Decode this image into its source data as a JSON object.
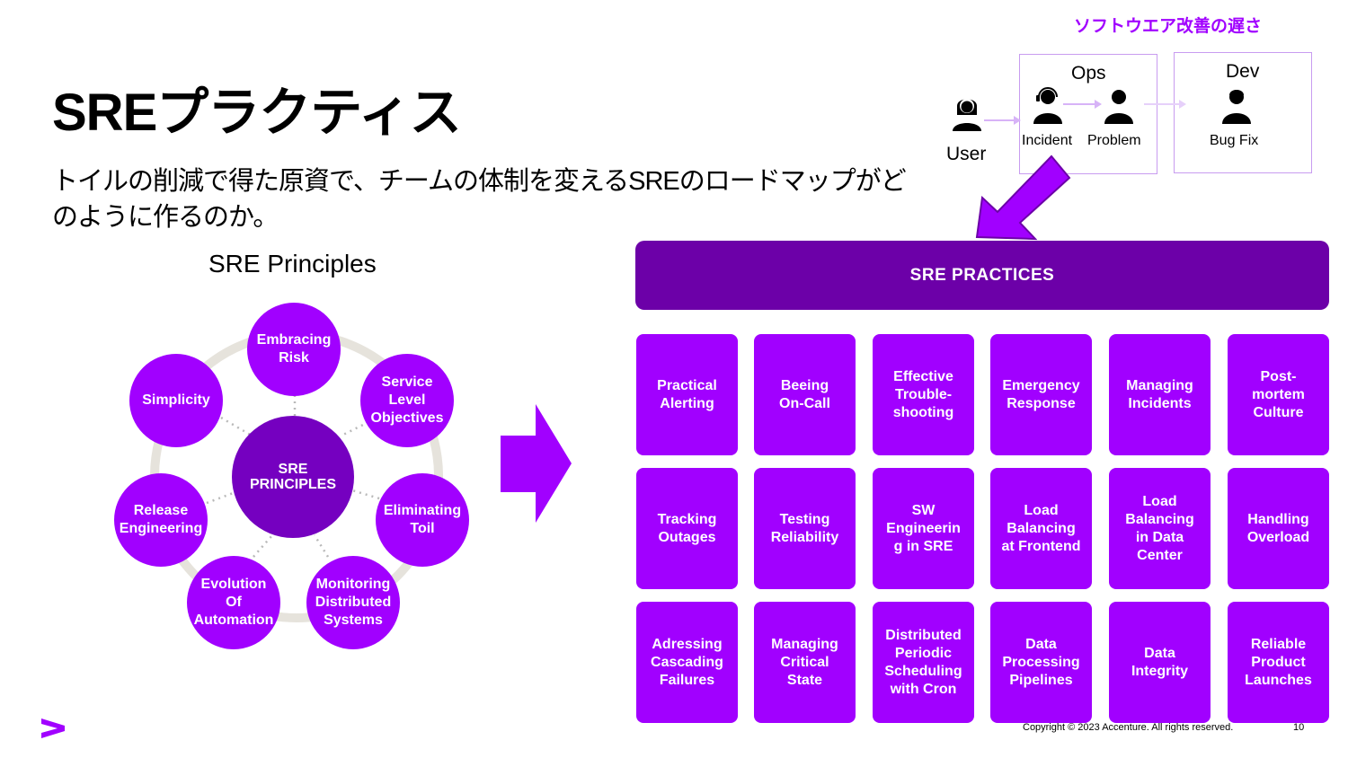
{
  "title": "SREプラクティス",
  "subtitle": "トイルの削減で得た原資で、チームの体制を変えるSREのロードマップがどのように作るのか。",
  "principles_title": "SRE Principles",
  "slow_label": "ソフトウエア改善の遅さ",
  "flow": {
    "user_label": "User",
    "ops_label": "Ops",
    "dev_label": "Dev",
    "incident_label": "Incident",
    "problem_label": "Problem",
    "bugfix_label": "Bug Fix"
  },
  "principles": {
    "center": "SRE\nPRINCIPLES",
    "items": [
      "Embracing\nRisk",
      "Service\nLevel\nObjectives",
      "Eliminating\nToil",
      "Monitoring\nDistributed\nSystems",
      "Evolution\nOf\nAutomation",
      "Release\nEngineering",
      "Simplicity"
    ]
  },
  "practices_header": "SRE PRACTICES",
  "practices": [
    "Practical\nAlerting",
    "Beeing\nOn-Call",
    "Effective\nTrouble-\nshooting",
    "Emergency\nResponse",
    "Managing\nIncidents",
    "Post-\nmortem\nCulture",
    "Tracking\nOutages",
    "Testing\nReliability",
    "SW\nEngineerin\ng in SRE",
    "Load\nBalancing\nat Frontend",
    "Load\nBalancing\nin Data\nCenter",
    "Handling\nOverload",
    "Adressing\nCascading\nFailures",
    "Managing\nCritical\nState",
    "Distributed\nPeriodic\nScheduling\nwith Cron",
    "Data\nProcessing\nPipelines",
    "Data\nIntegrity",
    "Reliable\nProduct\nLaunches"
  ],
  "footer": {
    "copyright": "Copyright © 2023 Accenture. All rights reserved.",
    "page": "10"
  },
  "colors": {
    "accent": "#a100ff",
    "dark_purple": "#7500c0",
    "bar_purple": "#6c00a8",
    "ring_gray": "#e6e3dc"
  }
}
